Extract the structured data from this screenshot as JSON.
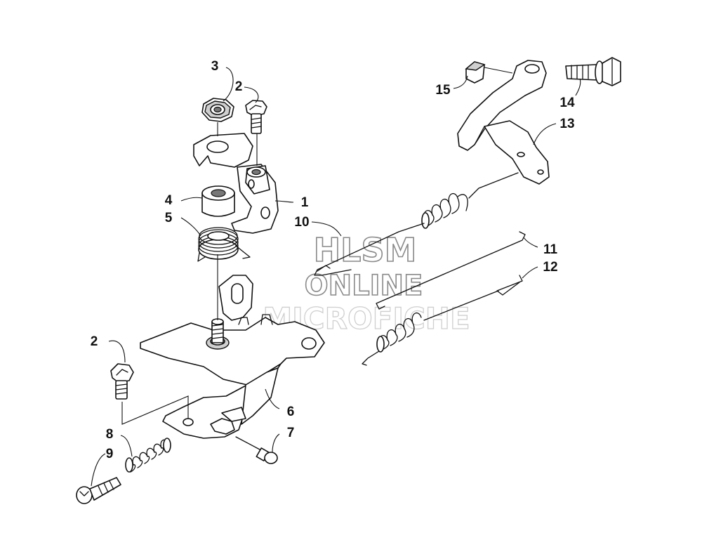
{
  "callouts": {
    "c1": "1",
    "c2a": "2",
    "c2b": "2",
    "c3": "3",
    "c4": "4",
    "c5": "5",
    "c6": "6",
    "c7": "7",
    "c8": "8",
    "c9": "9",
    "c10": "10",
    "c11": "11",
    "c12": "12",
    "c13": "13",
    "c14": "14",
    "c15": "15"
  },
  "watermark": {
    "line1": "HLSM",
    "line2": "ONLINE",
    "line3": "MICROFICHE"
  }
}
